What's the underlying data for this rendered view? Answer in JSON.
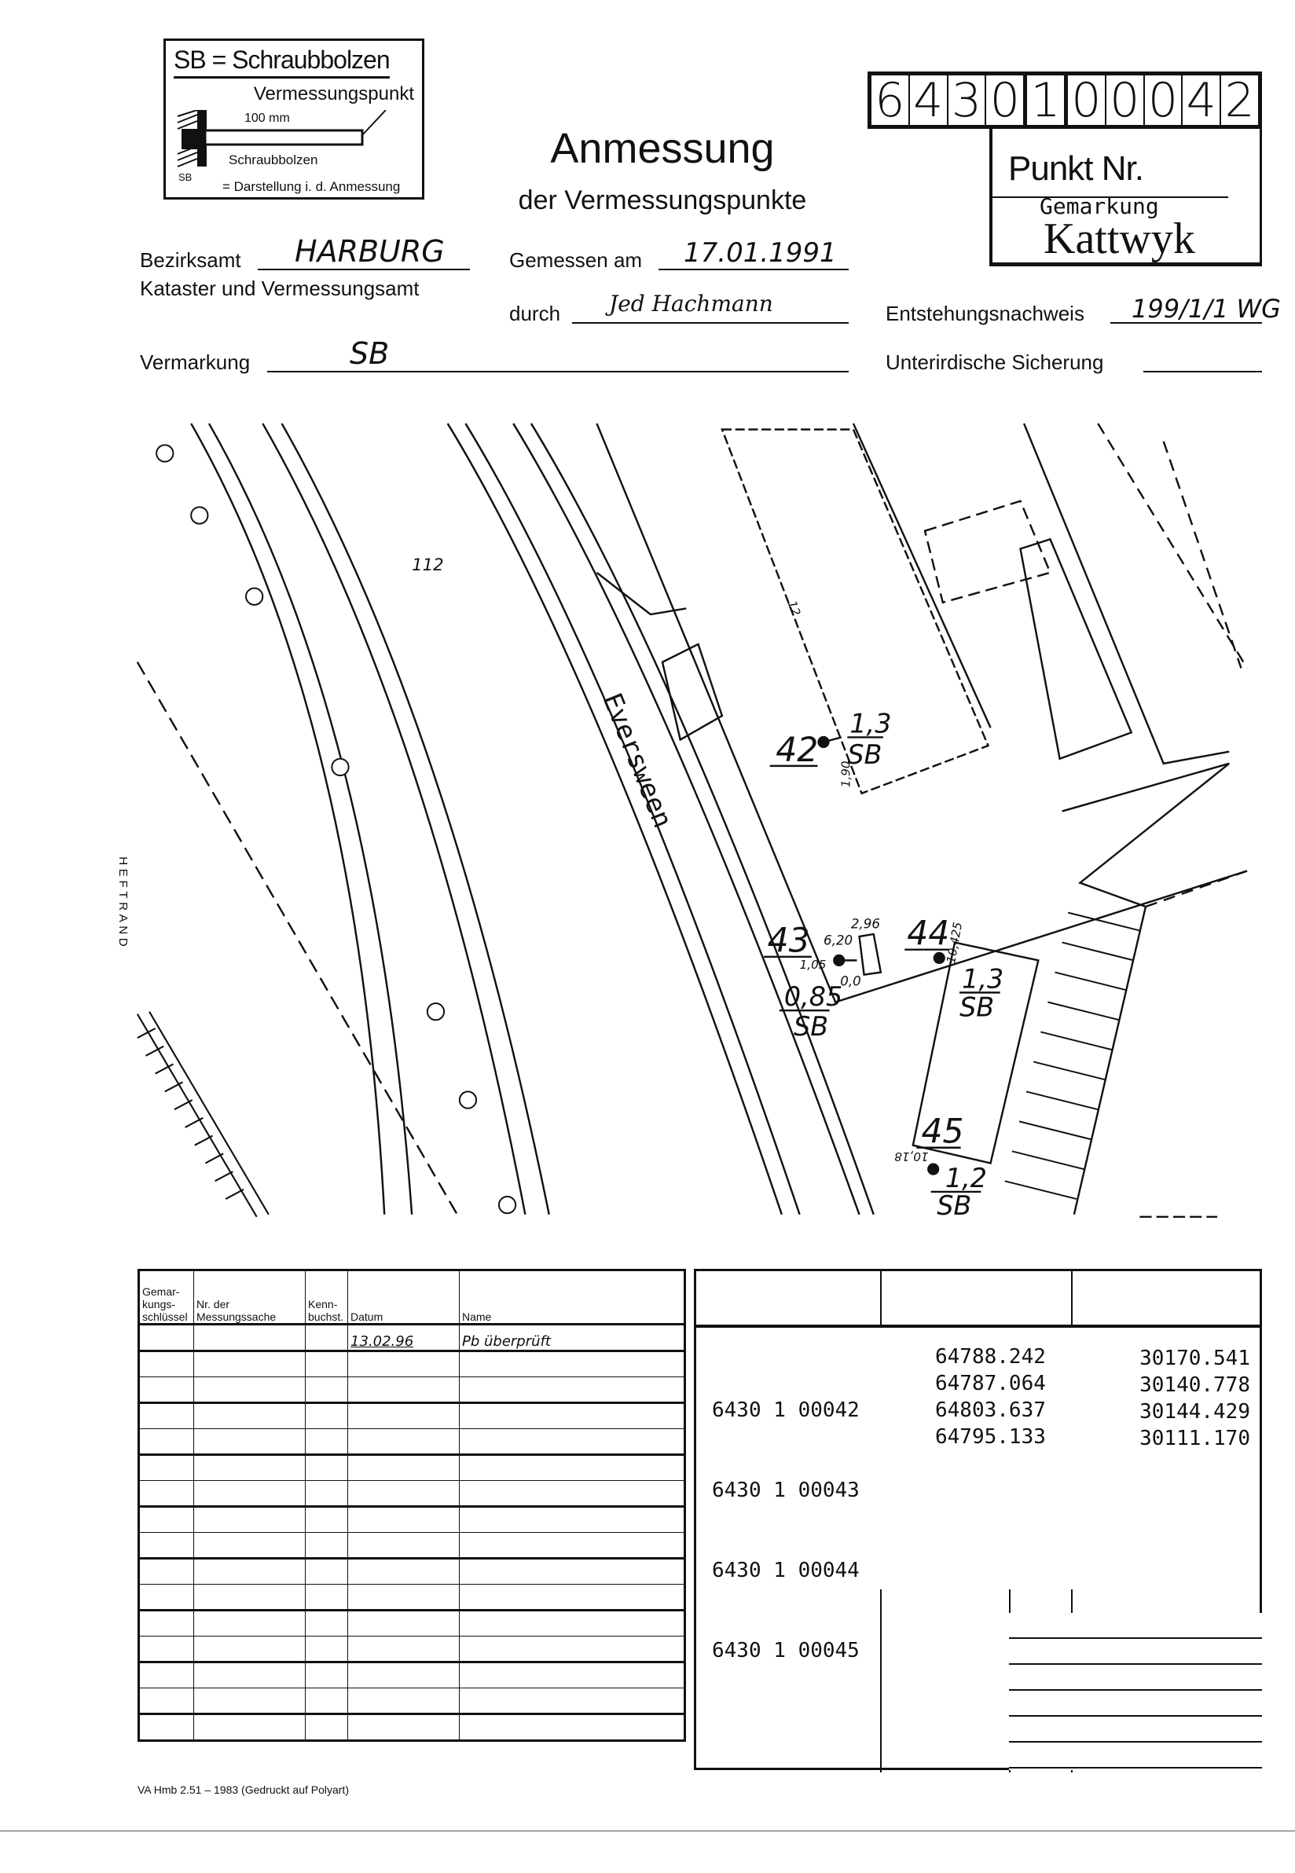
{
  "legend": {
    "title": "SB = Schraubbolzen",
    "subtitle": "Vermessungspunkt",
    "dimension": "100 mm",
    "bolt_label": "Schraubbolzen",
    "symbol_text": "SB",
    "symbol_desc": "= Darstellung i. d. Anmessung"
  },
  "header": {
    "title": "Anmessung",
    "subtitle": "der Vermessungspunkte",
    "point_number_digits": [
      "6",
      "4",
      "3",
      "0",
      "1",
      "0",
      "0",
      "0",
      "4",
      "2"
    ],
    "punkt_nr_label": "Punkt Nr.",
    "gemarkung_label": "Gemarkung",
    "gemarkung_value": "Kattwyk"
  },
  "fields": {
    "bezirksamt_label": "Bezirksamt",
    "bezirksamt_value": "HARBURG",
    "kataster_label": "Kataster und Vermessungsamt",
    "gemessen_label": "Gemessen am",
    "gemessen_value": "17.01.1991",
    "durch_label": "durch",
    "durch_value": "Jed Hachmann",
    "entstehung_label": "Entstehungsnachweis",
    "entstehung_value": "199/1/1 WG",
    "vermarkung_label": "Vermarkung",
    "vermarkung_value": "SB",
    "unterirdisch_label": "Unterirdische Sicherung"
  },
  "map": {
    "parcel_number": "112",
    "street_name": "Eversween",
    "margin_label": "HEFTRAND",
    "points": [
      {
        "id": "42",
        "top": "1,3",
        "bottom": "SB",
        "measure": "1,90"
      },
      {
        "id": "43",
        "top": "0,85",
        "bottom": "SB",
        "measure": "1,05",
        "extra": [
          "6,20",
          "2,96",
          "0,0"
        ]
      },
      {
        "id": "44",
        "top": "1,3",
        "bottom": "SB",
        "measure": "10,425"
      },
      {
        "id": "45",
        "top": "1,2",
        "bottom": "SB",
        "measure": "10,18"
      }
    ],
    "building_label": "12"
  },
  "left_table": {
    "headers": [
      "Gemar-\nkungs-\nschlüssel",
      "Nr. der\nMessungssache",
      "Kenn-\nbuchst.",
      "Datum",
      "Name"
    ],
    "rows": [
      [
        "",
        "",
        "",
        "13.02.96",
        "Pb überprüft"
      ]
    ]
  },
  "coordinates": [
    {
      "point": "6430 1 00042",
      "x": "64788.242",
      "y": "30170.541"
    },
    {
      "point": "6430 1 00043",
      "x": "64787.064",
      "y": "30140.778"
    },
    {
      "point": "6430 1 00044",
      "x": "64803.637",
      "y": "30144.429"
    },
    {
      "point": "6430 1 00045",
      "x": "64795.133",
      "y": "30111.170"
    }
  ],
  "footer": "VA Hmb 2.51 – 1983 (Gedruckt auf Polyart)"
}
